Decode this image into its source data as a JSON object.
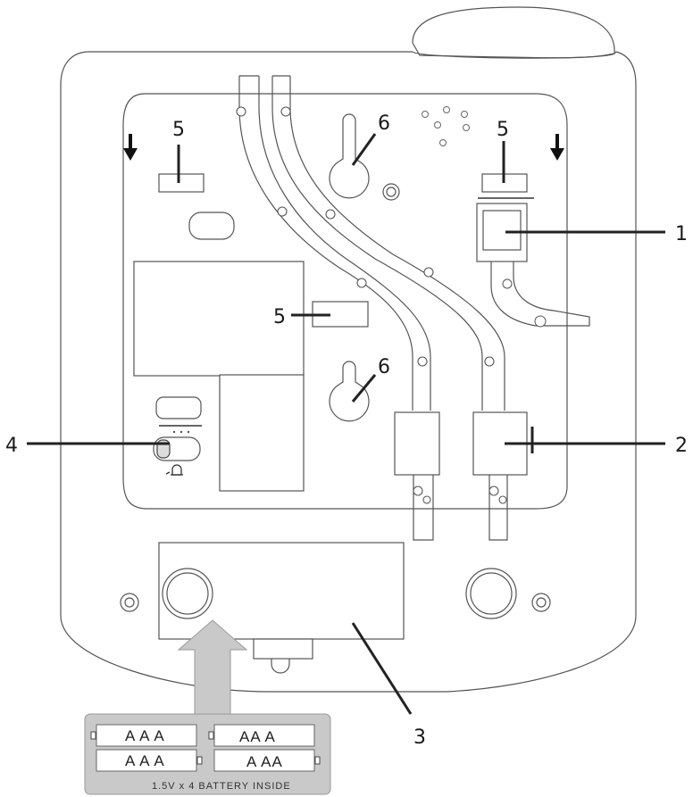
{
  "callouts": {
    "c1": "1",
    "c2": "2",
    "c3": "3",
    "c4": "4",
    "c5a": "5",
    "c5b": "5",
    "c5c": "5",
    "c6a": "6",
    "c6b": "6"
  },
  "battery": {
    "cell1": "A A A",
    "cell2": "AA A",
    "cell3": "A A A",
    "cell4": "A AA",
    "caption": "1.5V x 4   BATTERY INSIDE"
  }
}
